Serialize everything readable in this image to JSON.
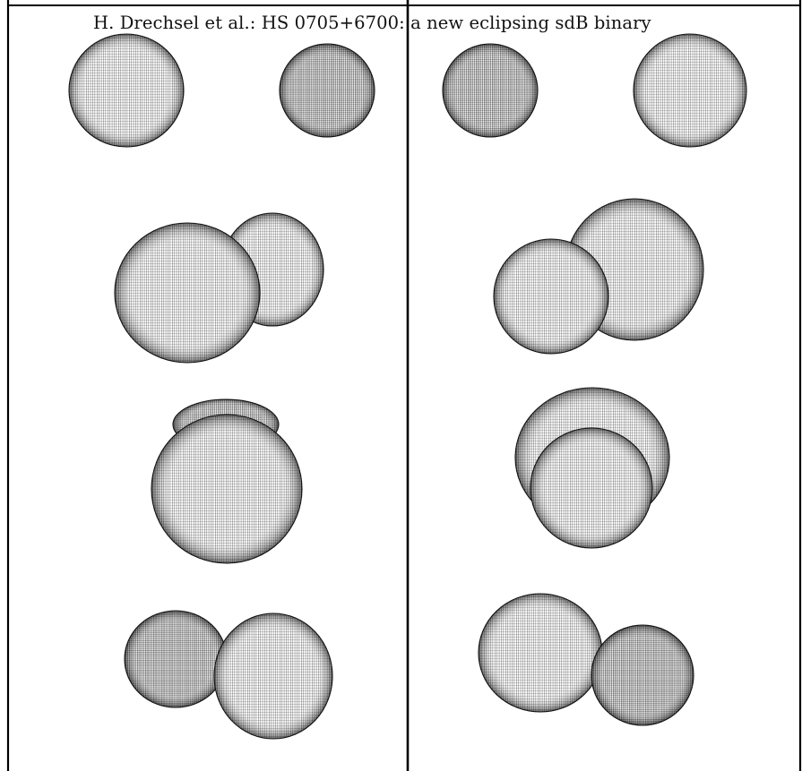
{
  "header": {
    "running_title": "H. Drechsel et al.: HS 0705+6700: a new eclipsing sdB binary"
  },
  "figure": {
    "panels": [
      {
        "frames": [
          {
            "phase": "quadrature-separated",
            "stars": [
              {
                "role": "large",
                "front": false
              },
              {
                "role": "small",
                "front": false
              }
            ]
          },
          {
            "phase": "pre-eclipse",
            "stars": [
              {
                "role": "small",
                "front": false
              },
              {
                "role": "large",
                "front": true
              }
            ]
          },
          {
            "phase": "primary-eclipse",
            "stars": [
              {
                "role": "small",
                "front": false
              },
              {
                "role": "large",
                "front": true
              }
            ]
          },
          {
            "phase": "post-eclipse",
            "stars": [
              {
                "role": "small",
                "front": false
              },
              {
                "role": "large",
                "front": true
              }
            ]
          }
        ]
      },
      {
        "frames": [
          {
            "phase": "quadrature-separated",
            "stars": [
              {
                "role": "small",
                "front": false
              },
              {
                "role": "large",
                "front": false
              }
            ]
          },
          {
            "phase": "pre-eclipse",
            "stars": [
              {
                "role": "large",
                "front": false
              },
              {
                "role": "small",
                "front": true
              }
            ]
          },
          {
            "phase": "secondary-eclipse",
            "stars": [
              {
                "role": "large",
                "front": false
              },
              {
                "role": "small",
                "front": true
              }
            ]
          },
          {
            "phase": "post-eclipse",
            "stars": [
              {
                "role": "large",
                "front": false
              },
              {
                "role": "small",
                "front": true
              }
            ]
          }
        ]
      }
    ],
    "colors": {
      "ink": "#111111",
      "rule": "#000000",
      "paper": "#ffffff"
    }
  }
}
